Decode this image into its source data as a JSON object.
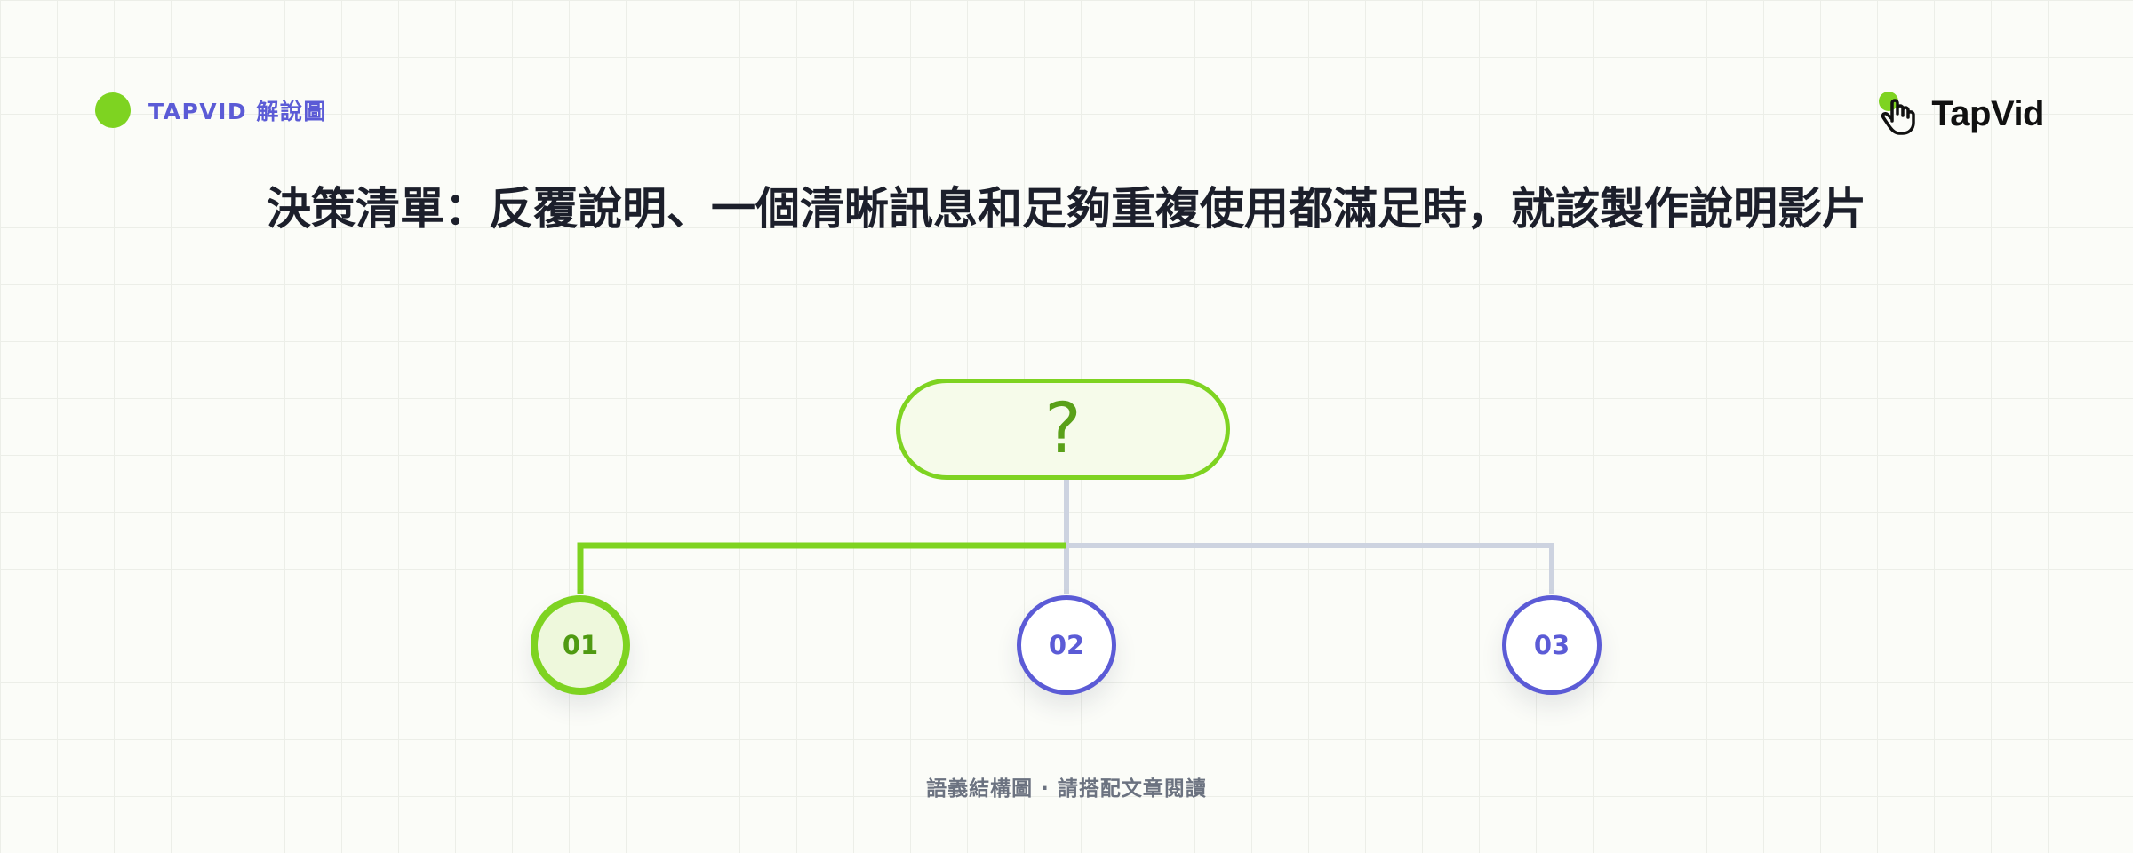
{
  "header": {
    "tag_label": "TAPVID 解說圖",
    "logo_text": "TapVid",
    "icons": {
      "brand_dot": "green-dot",
      "logo": "pointing-hand-cursor"
    }
  },
  "title": "決策清單：反覆說明、一個清晰訊息和足夠重複使用都滿足時，就該製作說明影片",
  "diagram": {
    "root": {
      "label": "?"
    },
    "steps": [
      {
        "label": "01",
        "state": "active"
      },
      {
        "label": "02",
        "state": "inactive"
      },
      {
        "label": "03",
        "state": "inactive"
      }
    ]
  },
  "footer": "語義結構圖 · 請搭配文章閱讀",
  "colors": {
    "accent_green": "#7ed321",
    "accent_purple": "#5b5bd6",
    "connector_gray": "#cdd3e0",
    "title": "#1c1f2b"
  }
}
